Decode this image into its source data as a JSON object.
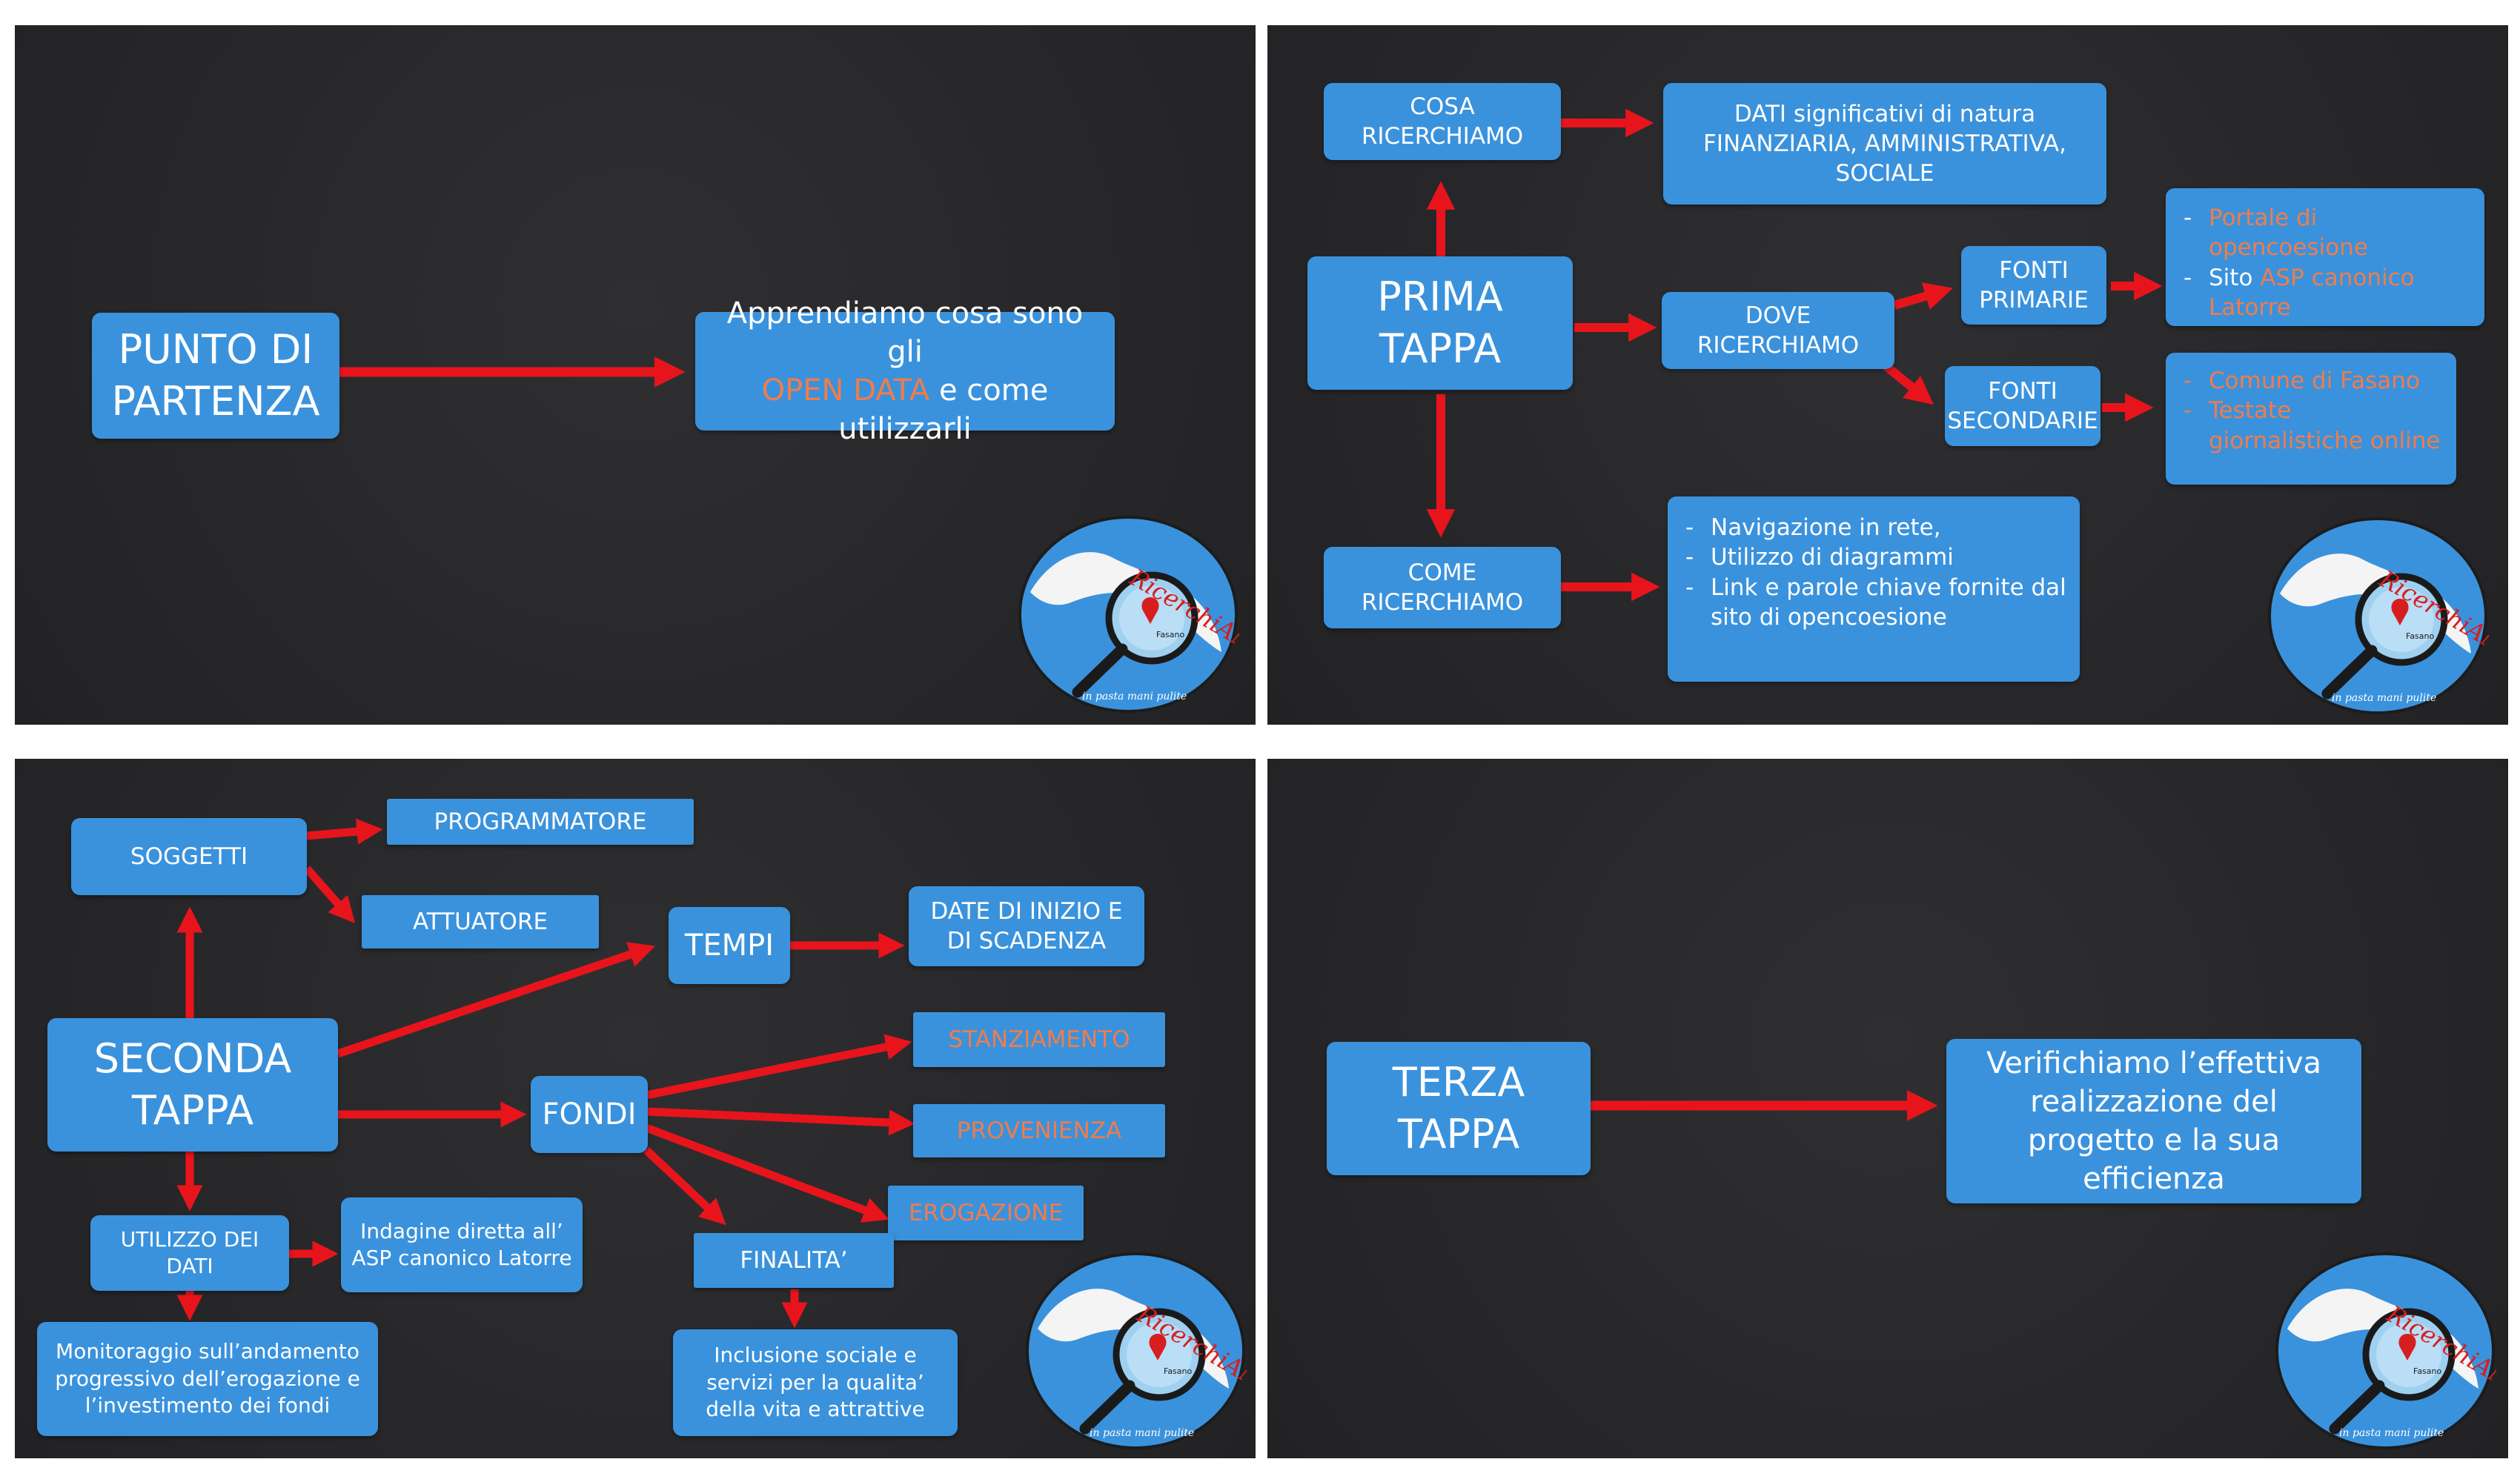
{
  "slide1": {
    "start_box": "PUNTO DI PARTENZA",
    "learn_pre": "Apprendiamo cosa sono gli",
    "learn_highlight": "OPEN DATA",
    "learn_post": "e come utilizzarli"
  },
  "slide2": {
    "prima_tappa": "PRIMA TAPPA",
    "cosa_ricerchiamo": "COSA RICERCHIAMO",
    "dati_significativi": "DATI significativi di natura FINANZIARIA, AMMINISTRATIVA, SOCIALE",
    "dove_ricerchiamo": "DOVE RICERCHIAMO",
    "fonti_primarie": "FONTI PRIMARIE",
    "primary_sources": {
      "item1": "Portale di opencoesione",
      "item2_pre": "Sito",
      "item2_highlight": "ASP canonico Latorre"
    },
    "fonti_secondarie": "FONTI SECONDARIE",
    "secondary_sources": {
      "item1": "Comune di Fasano",
      "item2": "Testate giornalistiche online"
    },
    "come_ricerchiamo": "COME RICERCHIAMO",
    "methods": [
      "Navigazione in rete,",
      "Utilizzo di diagrammi",
      "Link e parole chiave fornite dal sito di opencoesione"
    ]
  },
  "slide3": {
    "soggetti": "SOGGETTI",
    "programmatore": "PROGRAMMATORE",
    "attuatore": "ATTUATORE",
    "tempi": "TEMPI",
    "date": "DATE DI INIZIO E DI SCADENZA",
    "seconda_tappa": "SECONDA TAPPA",
    "fondi": "FONDI",
    "stanziamento": "STANZIAMENTO",
    "provenienza": "PROVENIENZA",
    "erogazione": "EROGAZIONE",
    "finalita": "FINALITA’",
    "inclusione": "Inclusione sociale e servizi per la qualita’ della vita e attrattive",
    "utilizzo_dati": "UTILIZZO DEI DATI",
    "indagine": "Indagine diretta all’ ASP canonico Latorre",
    "monitoraggio": "Monitoraggio sull’andamento progressivo dell’erogazione e l’investimento dei fondi"
  },
  "slide4": {
    "terza_tappa": "TERZA TAPPA",
    "verifichiamo": "Verifichiamo l’effettiva realizzazione del progetto e la sua efficienza"
  },
  "logo": {
    "brand": "RicerchiAMO",
    "town": "Fasano",
    "tagline": "in pasta mani pulite"
  },
  "colors": {
    "box_fill": "#3a92dd",
    "arrow_red": "#e8141c",
    "highlight_orange": "#f07c4a",
    "slide_bg": "#2a2a2c"
  }
}
